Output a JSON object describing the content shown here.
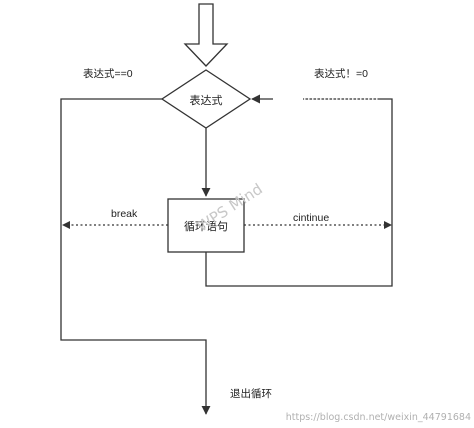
{
  "diagram": {
    "nodes": {
      "expression": "表达式",
      "loop_body": "循环语句"
    },
    "edge_labels": {
      "false_condition": "表达式==0",
      "true_condition": "表达式！=0",
      "break": "break",
      "continue": "cintinue",
      "exit": "退出循环"
    }
  },
  "watermark": "WPS Mind",
  "footer_url": "https://blog.csdn.net/weixin_44791684",
  "colors": {
    "line": "#333333",
    "text": "#222222",
    "watermark": "#c8c8c8"
  }
}
